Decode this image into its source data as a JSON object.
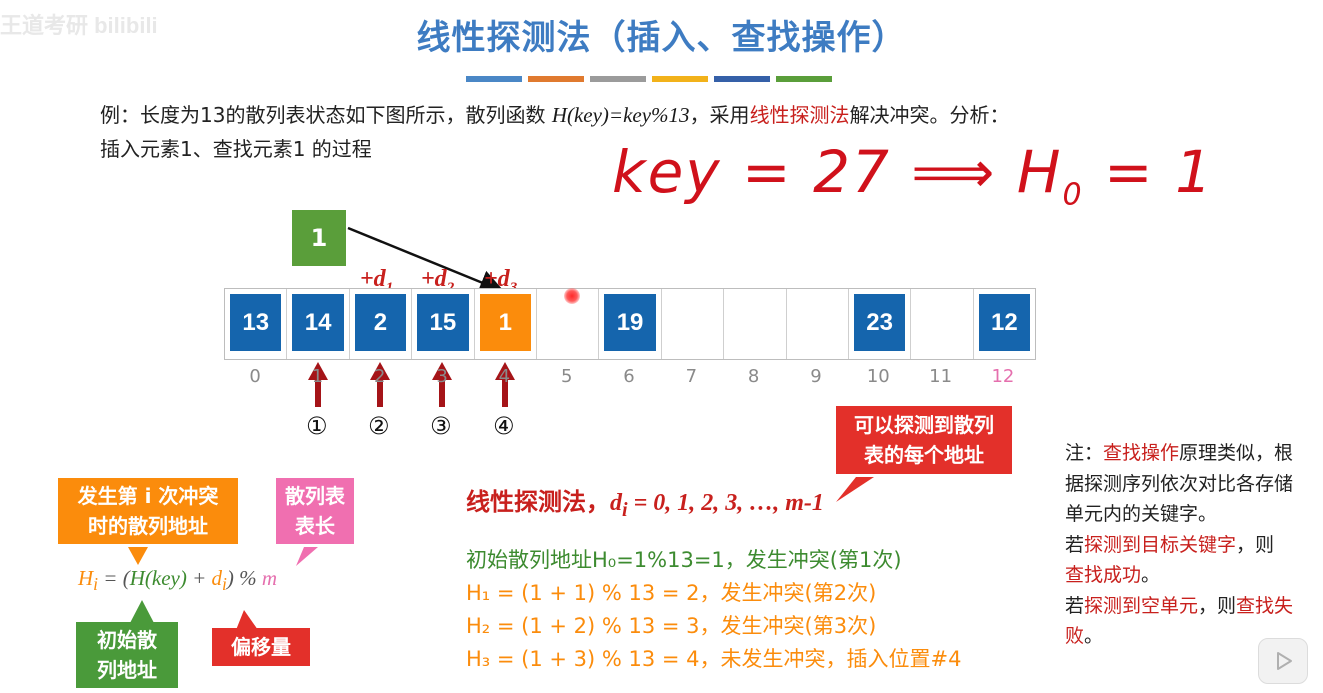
{
  "watermark": "王道考研 bilibili",
  "title": "线性探测法（插入、查找操作）",
  "accent_bars": [
    "#4a87c6",
    "#e07a2f",
    "#9b9b9b",
    "#f2b21a",
    "#3560a8",
    "#5a9e3a"
  ],
  "problem": {
    "prefix": "例：长度为13的散列表状态如下图所示，散列函数 ",
    "hash_fn": "H(key)=key%13",
    "mid": "，采用",
    "method": "线性探测法",
    "suffix": "解决冲突。分析：",
    "line2": "插入元素1、查找元素1 的过程"
  },
  "handwriting": {
    "text": "key = 27 ⟹ H",
    "sub": "0",
    "tail": " = 1"
  },
  "new_element": "1",
  "table": {
    "cells": [
      {
        "value": "13",
        "color": "blue"
      },
      {
        "value": "14",
        "color": "blue"
      },
      {
        "value": "2",
        "color": "blue"
      },
      {
        "value": "15",
        "color": "blue"
      },
      {
        "value": "1",
        "color": "orange"
      },
      {
        "value": "",
        "color": ""
      },
      {
        "value": "19",
        "color": "blue"
      },
      {
        "value": "",
        "color": ""
      },
      {
        "value": "",
        "color": ""
      },
      {
        "value": "",
        "color": ""
      },
      {
        "value": "23",
        "color": "blue"
      },
      {
        "value": "",
        "color": ""
      },
      {
        "value": "12",
        "color": "blue"
      }
    ],
    "indices": [
      "0",
      "1",
      "2",
      "3",
      "4",
      "5",
      "6",
      "7",
      "8",
      "9",
      "10",
      "11",
      "12"
    ]
  },
  "offset_labels": [
    {
      "text": "+d",
      "sub": "1"
    },
    {
      "text": "+d",
      "sub": "2"
    },
    {
      "text": "+d",
      "sub": "3"
    }
  ],
  "probe_steps": [
    "①",
    "②",
    "③",
    "④"
  ],
  "callout_every_address": "可以探测到散列表的每个地址",
  "callout_every_address_l1": "可以探测到散列",
  "callout_every_address_l2": "表的每个地址",
  "callout_collision_l1": "发生第 i 次冲突",
  "callout_collision_l2": "时的散列地址",
  "callout_table_len_l1": "散列表",
  "callout_table_len_l2": "表长",
  "callout_init_l1": "初始散",
  "callout_init_l2": "列地址",
  "callout_offset": "偏移量",
  "formula": {
    "H": "H",
    "i": "i",
    "eq": " = (",
    "hk": "H(key)",
    "plus": " + ",
    "d": "d",
    "di": "i",
    "close": ") % ",
    "m": "m"
  },
  "method_line": {
    "label": "线性探测法，",
    "d": "d",
    "di": "i",
    "seq": " = 0, 1, 2, 3, …, m-1"
  },
  "steps": {
    "s0": "初始散列地址H₀=1%13=1，发生冲突(第1次)",
    "s1": "H₁ = (1 + 1) % 13 = 2，发生冲突(第2次)",
    "s2": "H₂ = (1 + 2) % 13 = 3，发生冲突(第3次)",
    "s3": "H₃ = (1 + 3) % 13 = 4，未发生冲突，插入位置#4"
  },
  "note": {
    "p1a": "注：",
    "p1b": "查找操作",
    "p1c": "原理类似，根据探测序列依次对比各存储单元内的关键字。",
    "p2a": "若",
    "p2b": "探测到目标关键字",
    "p2c": "，则",
    "p2d": "查找成功",
    "p2e": "。",
    "p3a": "若",
    "p3b": "探测到空单元",
    "p3c": "，则",
    "p3d": "查找失败",
    "p3e": "。"
  },
  "colors": {
    "blue": "#1565ad",
    "orange": "#fb8c0c",
    "green": "#5a9e3a",
    "red": "#c8201d",
    "pink": "#e56fae"
  }
}
